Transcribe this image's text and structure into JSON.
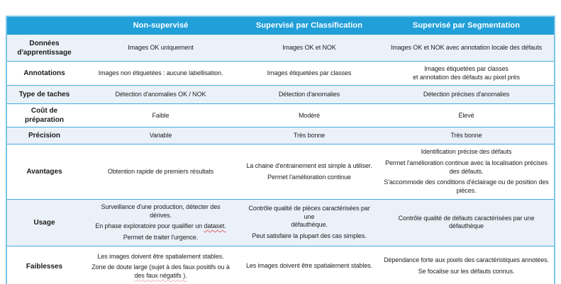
{
  "colors": {
    "header_bg": "#219fd9",
    "header_text": "#ffffff",
    "row_alt_bg": "#eaf1f8",
    "row_bg": "#ffffff",
    "divider": "#44abdf",
    "outer_border": "#7dc6ea",
    "body_text": "#222222",
    "misspell_underline": "#e06060"
  },
  "table": {
    "columns": [
      "",
      "Non-supervisé",
      "Supervisé par Classification",
      "Supervisé par Segmentation"
    ],
    "rows": [
      {
        "label": "Données d'apprentissage",
        "cells": [
          [
            "Images OK uniquement"
          ],
          [
            "Images OK et NOK"
          ],
          [
            "Images OK et NOK avec annotation locale des défauts"
          ]
        ]
      },
      {
        "label": "Annotations",
        "cells": [
          [
            "Images non étiquetées : aucune labellisation."
          ],
          [
            "Images étiquetées par classes"
          ],
          [
            "Images étiquetées par classes\net annotation des défauts au pixel près"
          ]
        ]
      },
      {
        "label": "Type de taches",
        "cells": [
          [
            "Détection d'anomalies OK / NOK"
          ],
          [
            "Détection d'anomalies"
          ],
          [
            "Détection précises d'anomalies"
          ]
        ]
      },
      {
        "label": "Coût de préparation",
        "cells": [
          [
            "Faible"
          ],
          [
            "Modéré"
          ],
          [
            "Élevé"
          ]
        ]
      },
      {
        "label": "Précision",
        "cells": [
          [
            "Variable"
          ],
          [
            "Très bonne"
          ],
          [
            "Très bonne"
          ]
        ]
      },
      {
        "label": "Avantages",
        "cells": [
          [
            "Obtention rapide de premiers résultats"
          ],
          [
            "La chaine d'entrainement est simple à utiliser.",
            "Permet l'amélioration continue"
          ],
          [
            "Identification précise des défauts",
            "Permet l'amélioration continue avec la localisation précises\ndes défauts.",
            "S'accommode des conditions d'éclairage ou de position des\npièces."
          ]
        ]
      },
      {
        "label": "Usage",
        "cells": [
          [
            "Surveillance d'une production, détecter des\ndérives.",
            {
              "prefix": "En phase exploratoire pour qualifier un ",
              "mark": "dataset."
            },
            "Permet de traiter l'urgence."
          ],
          [
            "Contrôle qualité de pièces caractérisées par une\ndéfauthèque.",
            "Peut satisfaire la plupart des cas simples."
          ],
          [
            "Contrôle qualité de défauts caractérisées par une défauthèque"
          ]
        ]
      },
      {
        "label": "Faiblesses",
        "cells": [
          [
            "Les images doivent être spatialement stables.",
            {
              "prefix": "Zone de doute large (sujet à des faux positifs ou à\n",
              "mark": "des faux négatifs )."
            }
          ],
          [
            "Les images doivent être spatialement stables."
          ],
          [
            "Dépendance forte aux pixels des caractéristiques annotées.",
            "Se focalise sur les défauts connus."
          ]
        ]
      }
    ]
  }
}
